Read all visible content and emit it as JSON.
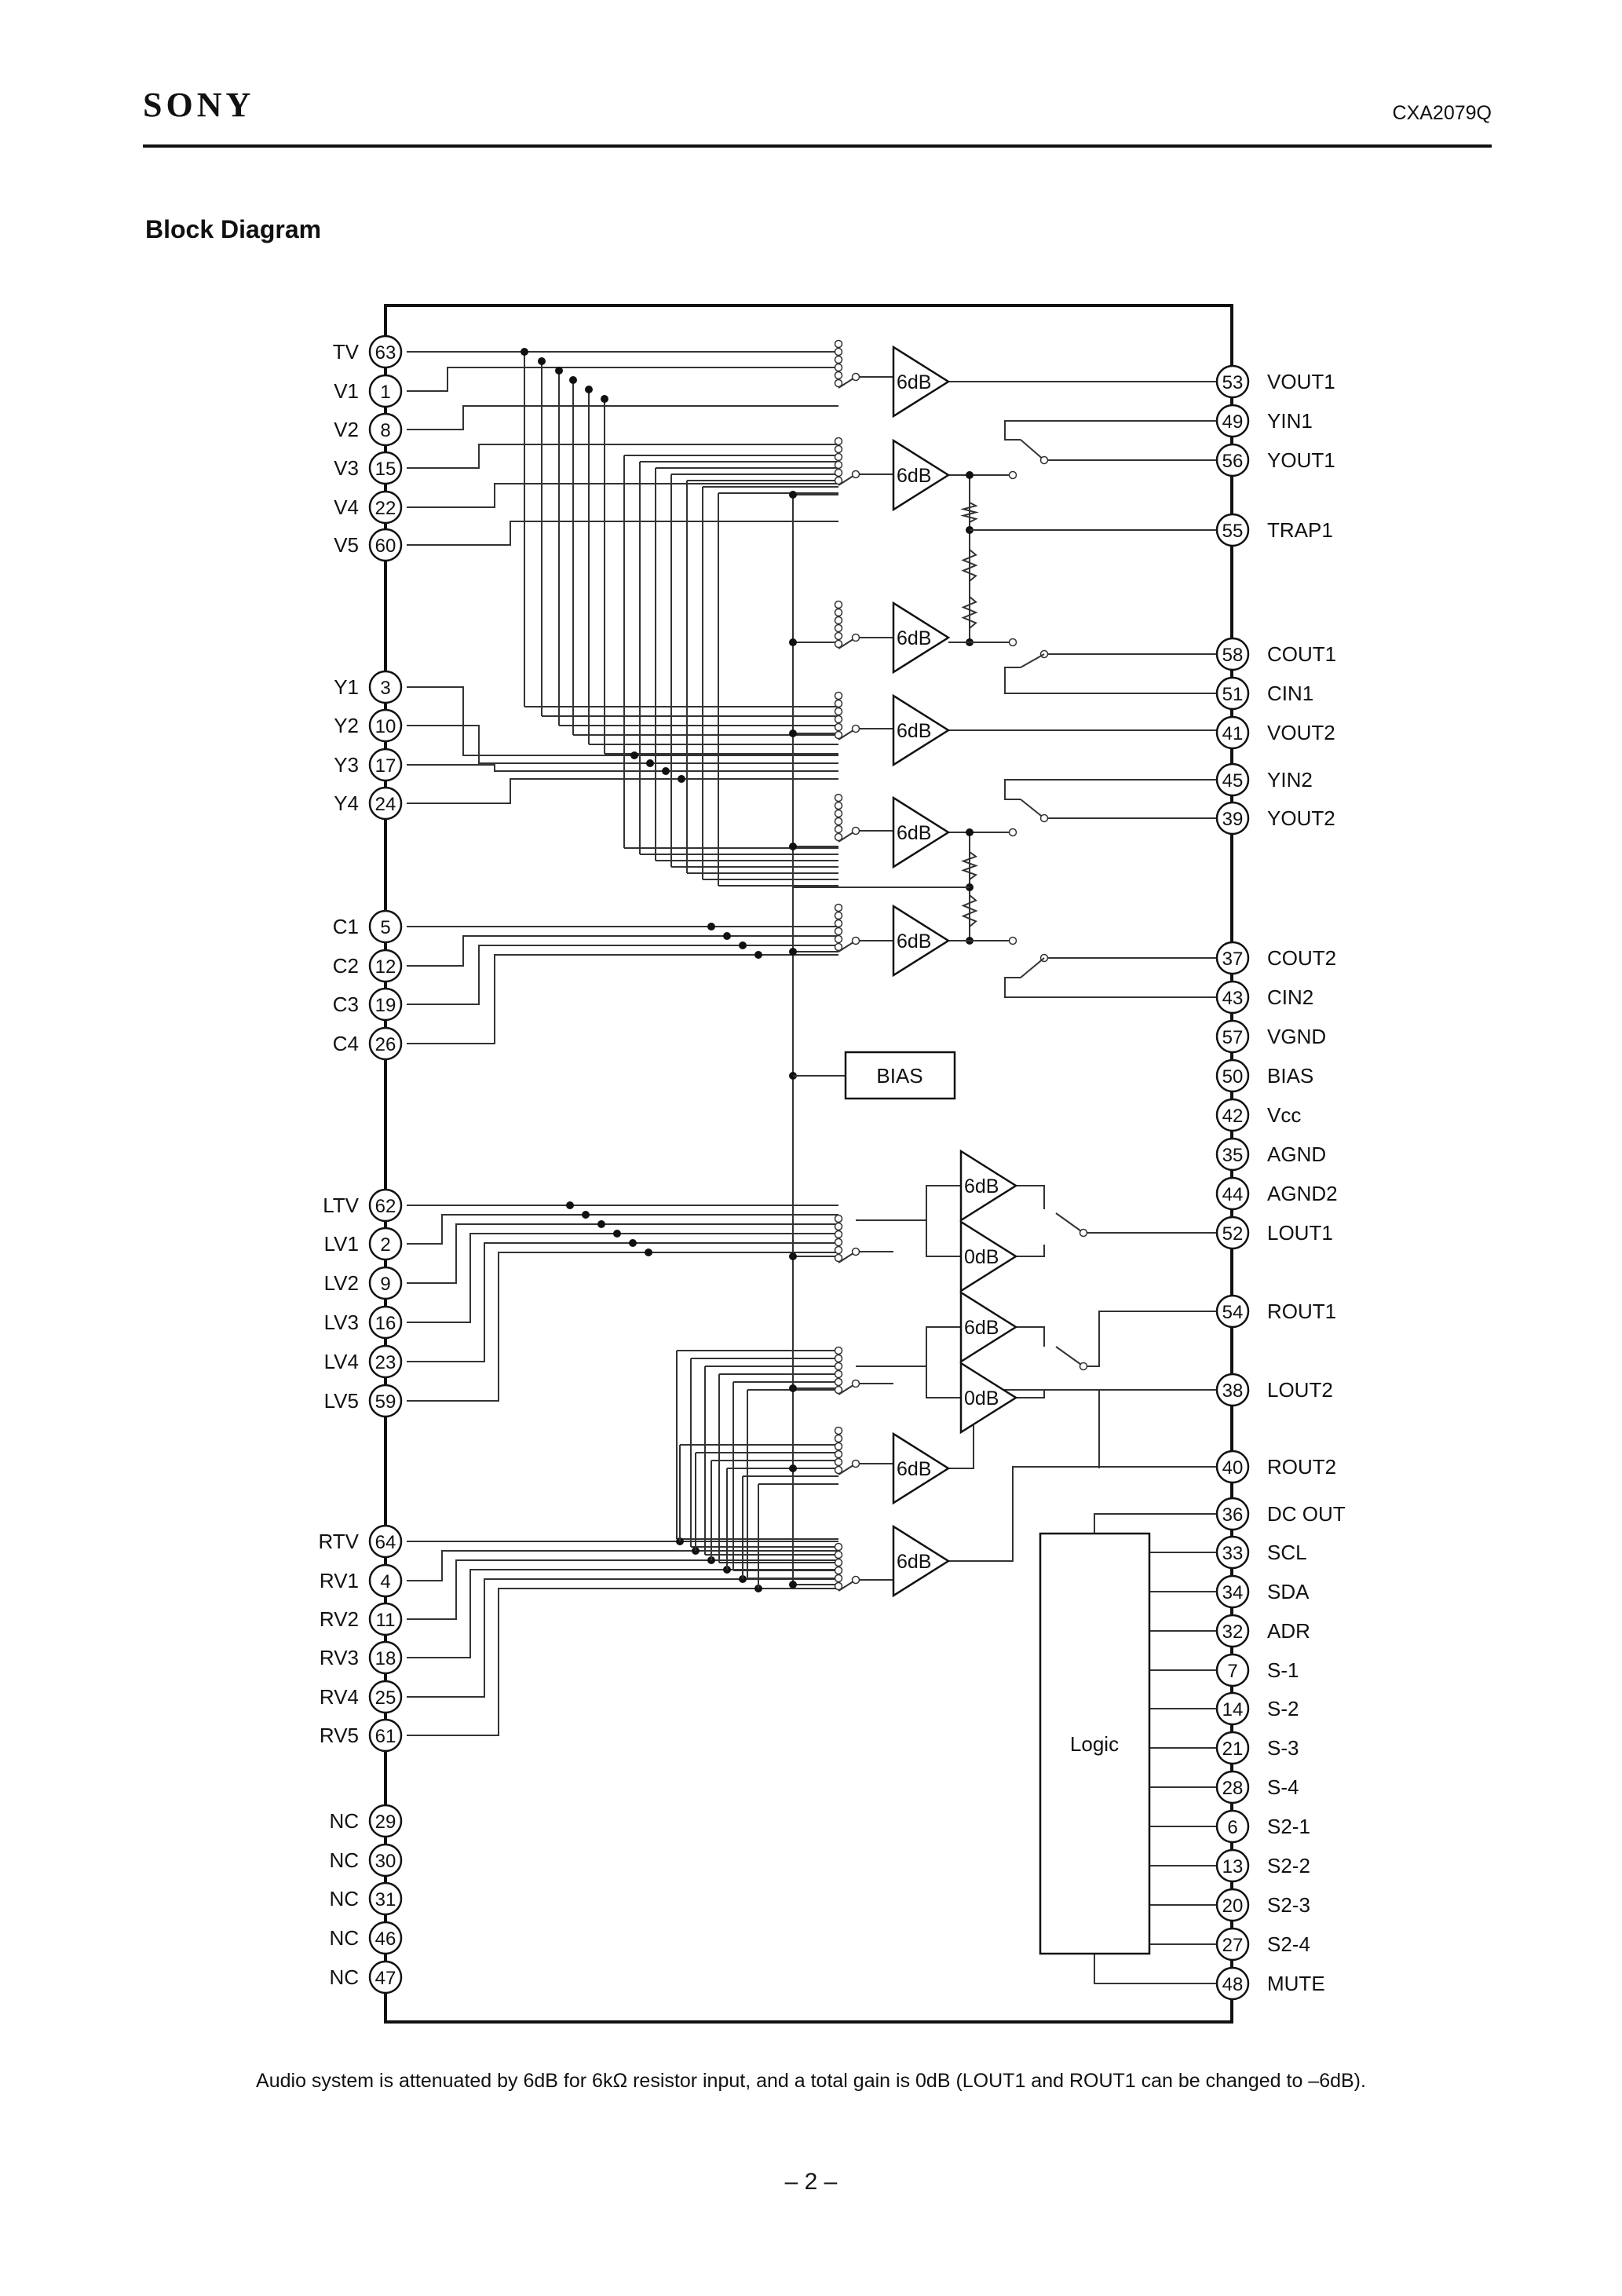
{
  "header": {
    "logo": "SONY",
    "part_number": "CXA2079Q"
  },
  "section_title": "Block Diagram",
  "left_pins": [
    {
      "name": "TV",
      "num": "63"
    },
    {
      "name": "V1",
      "num": "1"
    },
    {
      "name": "V2",
      "num": "8"
    },
    {
      "name": "V3",
      "num": "15"
    },
    {
      "name": "V4",
      "num": "22"
    },
    {
      "name": "V5",
      "num": "60"
    },
    {
      "name": "Y1",
      "num": "3"
    },
    {
      "name": "Y2",
      "num": "10"
    },
    {
      "name": "Y3",
      "num": "17"
    },
    {
      "name": "Y4",
      "num": "24"
    },
    {
      "name": "C1",
      "num": "5"
    },
    {
      "name": "C2",
      "num": "12"
    },
    {
      "name": "C3",
      "num": "19"
    },
    {
      "name": "C4",
      "num": "26"
    },
    {
      "name": "LTV",
      "num": "62"
    },
    {
      "name": "LV1",
      "num": "2"
    },
    {
      "name": "LV2",
      "num": "9"
    },
    {
      "name": "LV3",
      "num": "16"
    },
    {
      "name": "LV4",
      "num": "23"
    },
    {
      "name": "LV5",
      "num": "59"
    },
    {
      "name": "RTV",
      "num": "64"
    },
    {
      "name": "RV1",
      "num": "4"
    },
    {
      "name": "RV2",
      "num": "11"
    },
    {
      "name": "RV3",
      "num": "18"
    },
    {
      "name": "RV4",
      "num": "25"
    },
    {
      "name": "RV5",
      "num": "61"
    },
    {
      "name": "NC",
      "num": "29"
    },
    {
      "name": "NC",
      "num": "30"
    },
    {
      "name": "NC",
      "num": "31"
    },
    {
      "name": "NC",
      "num": "46"
    },
    {
      "name": "NC",
      "num": "47"
    }
  ],
  "right_pins": [
    {
      "name": "VOUT1",
      "num": "53"
    },
    {
      "name": "YIN1",
      "num": "49"
    },
    {
      "name": "YOUT1",
      "num": "56"
    },
    {
      "name": "TRAP1",
      "num": "55"
    },
    {
      "name": "COUT1",
      "num": "58"
    },
    {
      "name": "CIN1",
      "num": "51"
    },
    {
      "name": "VOUT2",
      "num": "41"
    },
    {
      "name": "YIN2",
      "num": "45"
    },
    {
      "name": "YOUT2",
      "num": "39"
    },
    {
      "name": "COUT2",
      "num": "37"
    },
    {
      "name": "CIN2",
      "num": "43"
    },
    {
      "name": "VGND",
      "num": "57"
    },
    {
      "name": "BIAS",
      "num": "50"
    },
    {
      "name": "Vcc",
      "num": "42"
    },
    {
      "name": "AGND",
      "num": "35"
    },
    {
      "name": "AGND2",
      "num": "44"
    },
    {
      "name": "LOUT1",
      "num": "52"
    },
    {
      "name": "ROUT1",
      "num": "54"
    },
    {
      "name": "LOUT2",
      "num": "38"
    },
    {
      "name": "ROUT2",
      "num": "40"
    },
    {
      "name": "DC OUT",
      "num": "36"
    },
    {
      "name": "SCL",
      "num": "33"
    },
    {
      "name": "SDA",
      "num": "34"
    },
    {
      "name": "ADR",
      "num": "32"
    },
    {
      "name": "S-1",
      "num": "7"
    },
    {
      "name": "S-2",
      "num": "14"
    },
    {
      "name": "S-3",
      "num": "21"
    },
    {
      "name": "S-4",
      "num": "28"
    },
    {
      "name": "S2-1",
      "num": "6"
    },
    {
      "name": "S2-2",
      "num": "13"
    },
    {
      "name": "S2-3",
      "num": "20"
    },
    {
      "name": "S2-4",
      "num": "27"
    },
    {
      "name": "MUTE",
      "num": "48"
    }
  ],
  "amplifiers": [
    "6dB",
    "6dB",
    "6dB",
    "6dB",
    "6dB",
    "6dB",
    "6dB",
    "0dB",
    "6dB",
    "0dB",
    "6dB",
    "6dB"
  ],
  "blocks": {
    "bias": "BIAS",
    "logic": "Logic"
  },
  "caption": "Audio system is attenuated by 6dB for 6kΩ resistor input, and a total gain is 0dB (LOUT1 and ROUT1 can be changed to –6dB).",
  "page_number": "– 2 –"
}
